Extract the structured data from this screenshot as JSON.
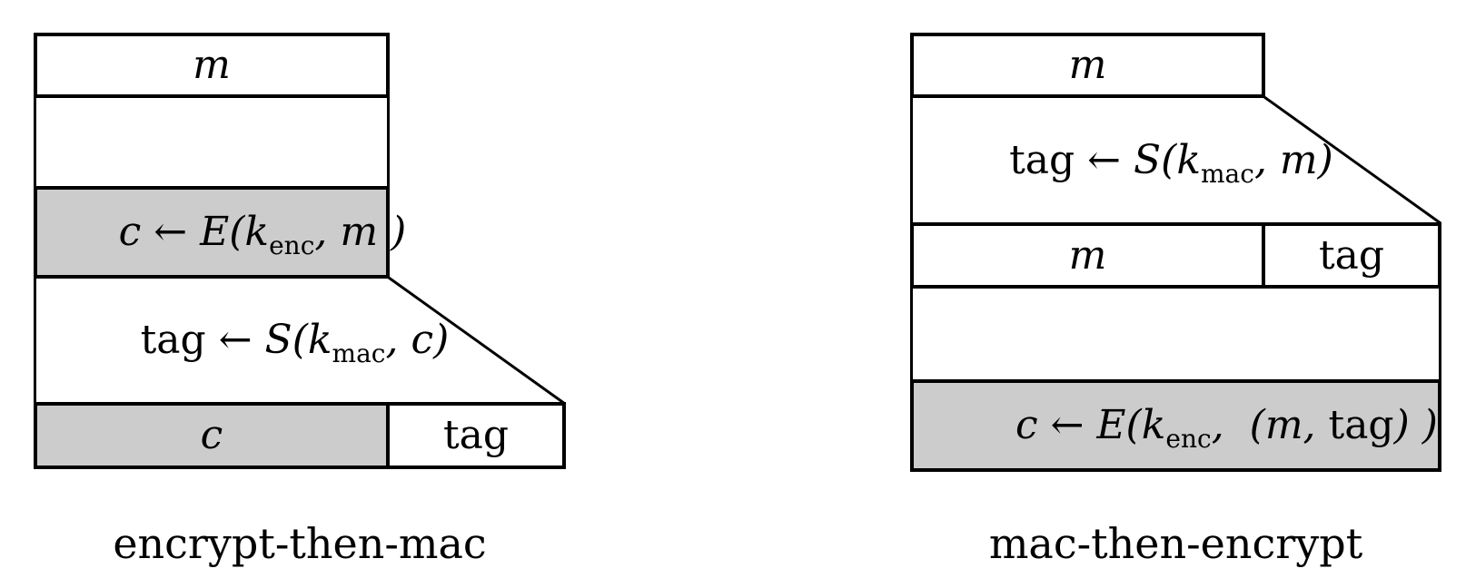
{
  "figure": {
    "colors": {
      "shaded_fill": "#cccccc",
      "line": "#000000",
      "background": "#ffffff"
    },
    "etm": {
      "caption": "encrypt-then-mac",
      "message_label": "m",
      "encrypt_formula": {
        "rm1": "",
        "it1": "c ← E(k",
        "sub": "enc",
        "it2": ", m )",
        "rm2": "",
        "it3": ""
      },
      "tag_formula": {
        "rm1": "tag ",
        "it1": "← S(k",
        "sub": "mac",
        "it2": ", c)",
        "rm2": "",
        "it3": ""
      },
      "result_cipher_label": "c",
      "result_tag_label": "tag"
    },
    "mte": {
      "caption": "mac-then-encrypt",
      "message_label": "m",
      "tag_formula": {
        "rm1": "tag ",
        "it1": "← S(k",
        "sub": "mac",
        "it2": ", m)",
        "rm2": "",
        "it3": ""
      },
      "mid_message_label": "m",
      "mid_tag_label": "tag",
      "encrypt_formula": {
        "rm1": "",
        "it1": "c ← E(k",
        "sub": "enc",
        "it2": ",  (m, ",
        "rm2": "tag",
        "it3": ") )"
      }
    }
  }
}
